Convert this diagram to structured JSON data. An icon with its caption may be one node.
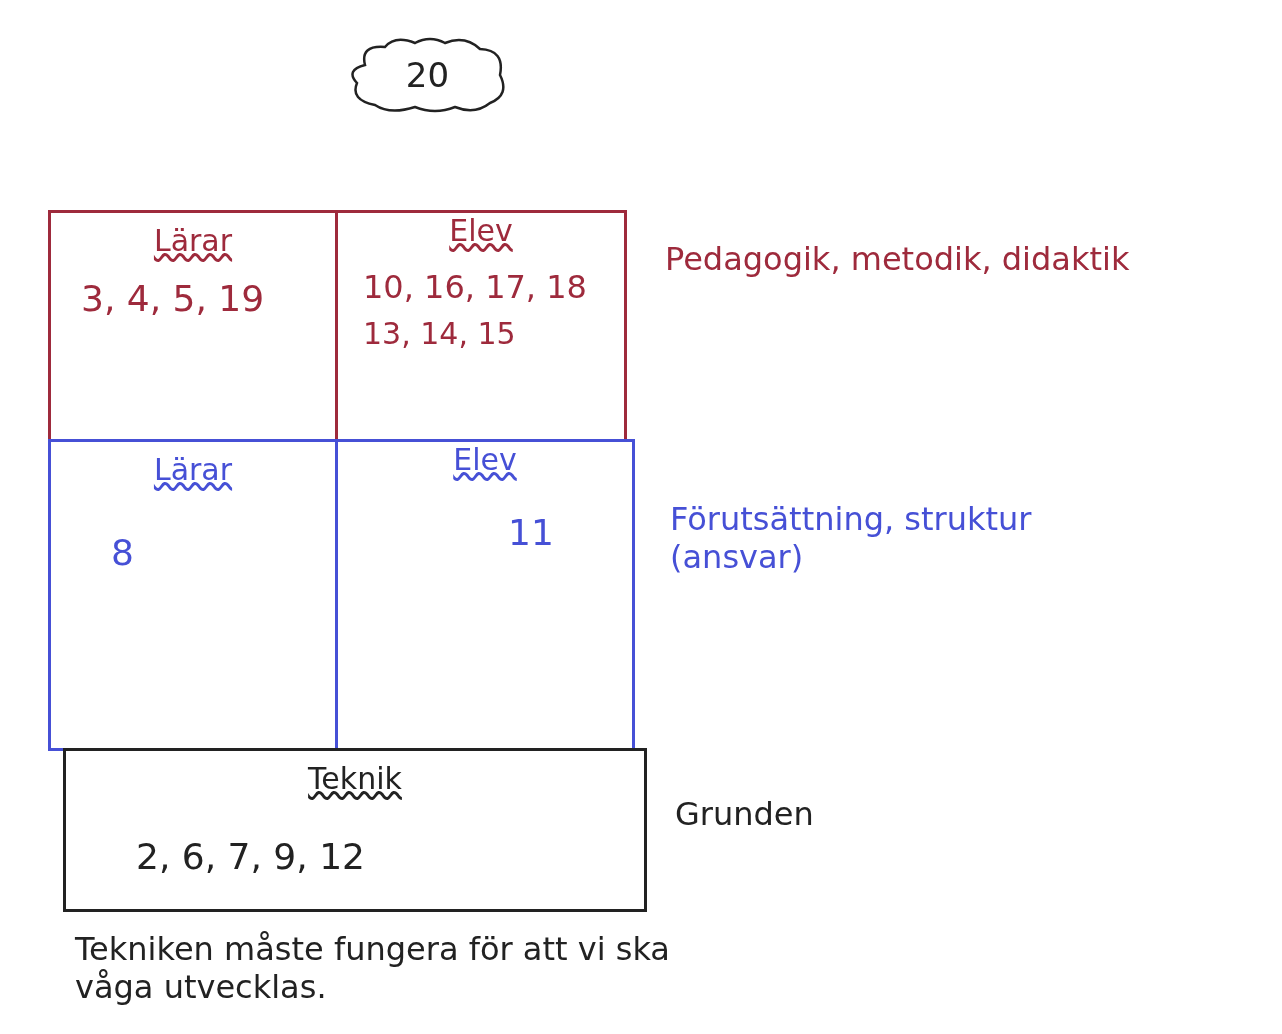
{
  "diagram": {
    "caption": "Tekniken måste fungera för att vi ska våga utvecklas.",
    "nodes": [
      {
        "text": [
          "20"
        ]
      },
      {
        "text": [
          "Lärar",
          "3, 4, 5, 19"
        ]
      },
      {
        "text": [
          "Elev",
          "10, 16, 17, 18",
          "13, 14, 15"
        ]
      },
      {
        "text": [
          "Lärar",
          "8"
        ]
      },
      {
        "text": [
          "Elev",
          "11"
        ]
      },
      {
        "text": [
          "Teknik",
          "2, 6, 7, 9, 12"
        ]
      }
    ],
    "labels": [
      "Pedagogik, metodik, didaktik",
      "Förutsättning, struktur (ansvar)",
      "Grunden"
    ]
  }
}
